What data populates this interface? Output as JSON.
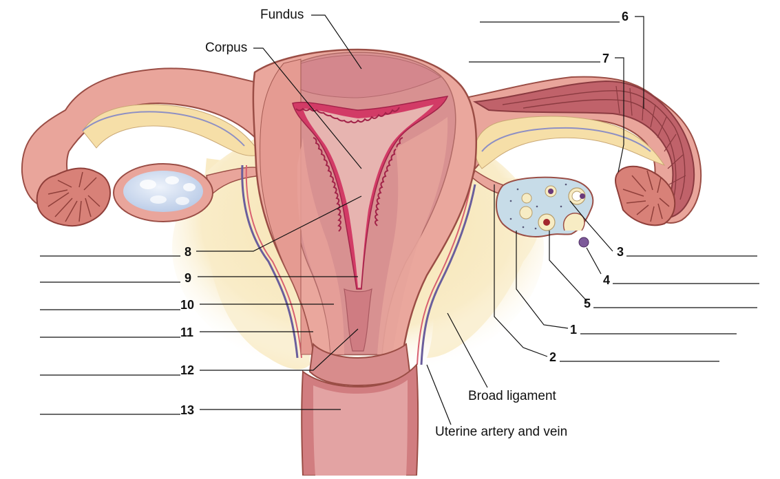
{
  "labels": {
    "fundus": "Fundus",
    "corpus": "Corpus",
    "broad_ligament": "Broad ligament",
    "uterine_vessels": "Uterine artery and vein"
  },
  "numbers": {
    "n1": "1",
    "n2": "2",
    "n3": "3",
    "n4": "4",
    "n5": "5",
    "n6": "6",
    "n7": "7",
    "n8": "8",
    "n9": "9",
    "n10": "10",
    "n11": "11",
    "n12": "12",
    "n13": "13"
  },
  "colors": {
    "tissue_pink": "#e8a198",
    "outline": "#9a4d45",
    "cavity_red": "#d83a64",
    "ligament_cream": "#f7e7bb",
    "ovary_blue": "#c5dbe8",
    "muscle_dark": "#b25660"
  }
}
